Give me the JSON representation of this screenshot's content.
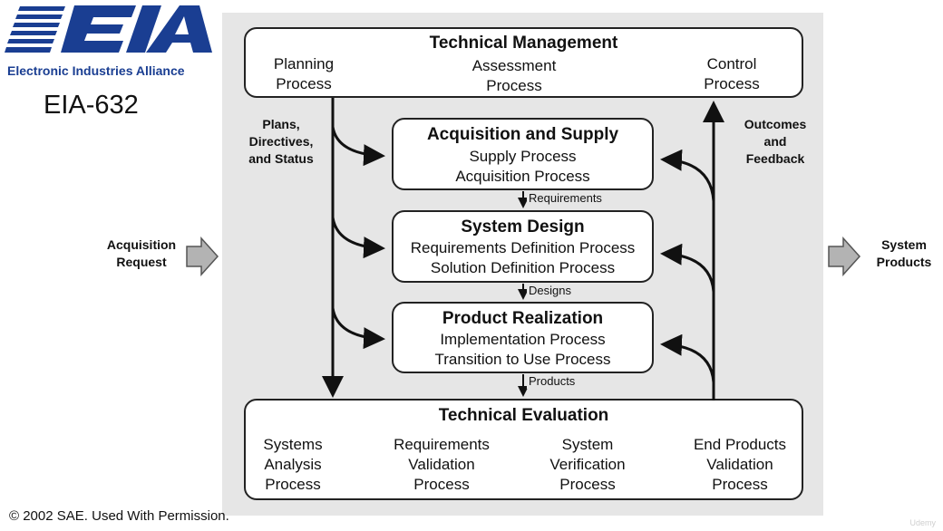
{
  "logo": {
    "full_name": "Electronic Industries Alliance",
    "brand_color": "#1a3e92"
  },
  "doc_id": "EIA-632",
  "copyright": "© 2002 SAE. Used With Permission.",
  "watermark": "Udemy",
  "input_label": [
    "Acquisition",
    "Request"
  ],
  "output_label": [
    "System",
    "Products"
  ],
  "left_flow_label": [
    "Plans,",
    "Directives,",
    "and Status"
  ],
  "right_flow_label": [
    "Outcomes",
    "and",
    "Feedback"
  ],
  "technical_management": {
    "title": "Technical Management",
    "processes": [
      [
        "Planning",
        "Process"
      ],
      [
        "Assessment",
        "Process"
      ],
      [
        "Control",
        "Process"
      ]
    ]
  },
  "acquisition_supply": {
    "title": "Acquisition and Supply",
    "processes": [
      "Supply Process",
      "Acquisition Process"
    ]
  },
  "system_design": {
    "title": "System Design",
    "processes": [
      "Requirements Definition Process",
      "Solution Definition Process"
    ]
  },
  "product_realization": {
    "title": "Product Realization",
    "processes": [
      "Implementation Process",
      "Transition to Use Process"
    ]
  },
  "technical_evaluation": {
    "title": "Technical Evaluation",
    "processes": [
      [
        "Systems",
        "Analysis",
        "Process"
      ],
      [
        "Requirements",
        "Validation",
        "Process"
      ],
      [
        "System",
        "Verification",
        "Process"
      ],
      [
        "End Products",
        "Validation",
        "Process"
      ]
    ]
  },
  "flows": {
    "requirements": "Requirements",
    "designs": "Designs",
    "products": "Products"
  }
}
